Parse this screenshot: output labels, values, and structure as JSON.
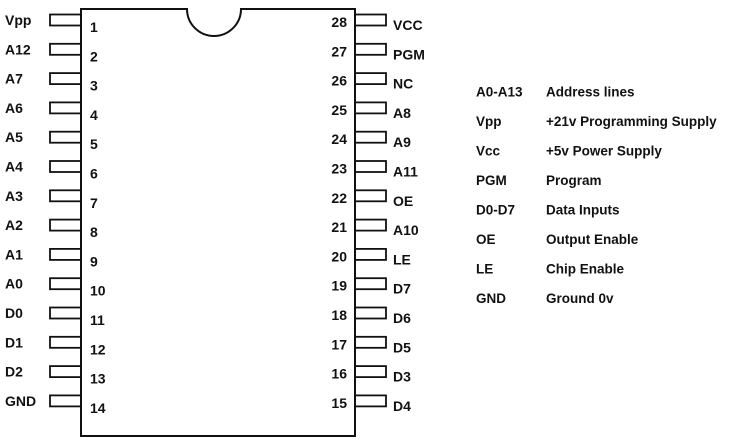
{
  "left_pins": [
    {
      "number": "1",
      "signal": "Vpp"
    },
    {
      "number": "2",
      "signal": "A12"
    },
    {
      "number": "3",
      "signal": "A7"
    },
    {
      "number": "4",
      "signal": "A6"
    },
    {
      "number": "5",
      "signal": "A5"
    },
    {
      "number": "6",
      "signal": "A4"
    },
    {
      "number": "7",
      "signal": "A3"
    },
    {
      "number": "8",
      "signal": "A2"
    },
    {
      "number": "9",
      "signal": "A1"
    },
    {
      "number": "10",
      "signal": "A0"
    },
    {
      "number": "11",
      "signal": "D0"
    },
    {
      "number": "12",
      "signal": "D1"
    },
    {
      "number": "13",
      "signal": "D2"
    },
    {
      "number": "14",
      "signal": "GND"
    }
  ],
  "right_pins": [
    {
      "number": "28",
      "signal": "VCC"
    },
    {
      "number": "27",
      "signal": "PGM"
    },
    {
      "number": "26",
      "signal": "NC"
    },
    {
      "number": "25",
      "signal": "A8"
    },
    {
      "number": "24",
      "signal": "A9"
    },
    {
      "number": "23",
      "signal": "A11"
    },
    {
      "number": "22",
      "signal": "OE"
    },
    {
      "number": "21",
      "signal": "A10"
    },
    {
      "number": "20",
      "signal": "LE"
    },
    {
      "number": "19",
      "signal": "D7"
    },
    {
      "number": "18",
      "signal": "D6"
    },
    {
      "number": "17",
      "signal": "D5"
    },
    {
      "number": "16",
      "signal": "D3"
    },
    {
      "number": "15",
      "signal": "D4"
    }
  ],
  "legend": [
    {
      "signal": "A0-A13",
      "description": "Address lines"
    },
    {
      "signal": "Vpp",
      "description": "+21v Programming Supply"
    },
    {
      "signal": "Vcc",
      "description": "+5v Power Supply"
    },
    {
      "signal": "PGM",
      "description": "Program"
    },
    {
      "signal": "D0-D7",
      "description": "Data Inputs"
    },
    {
      "signal": "OE",
      "description": "Output Enable"
    },
    {
      "signal": "LE",
      "description": "Chip Enable"
    },
    {
      "signal": "GND",
      "description": "Ground 0v"
    }
  ],
  "colors": {
    "ink": "#111111",
    "background": "#ffffff"
  }
}
